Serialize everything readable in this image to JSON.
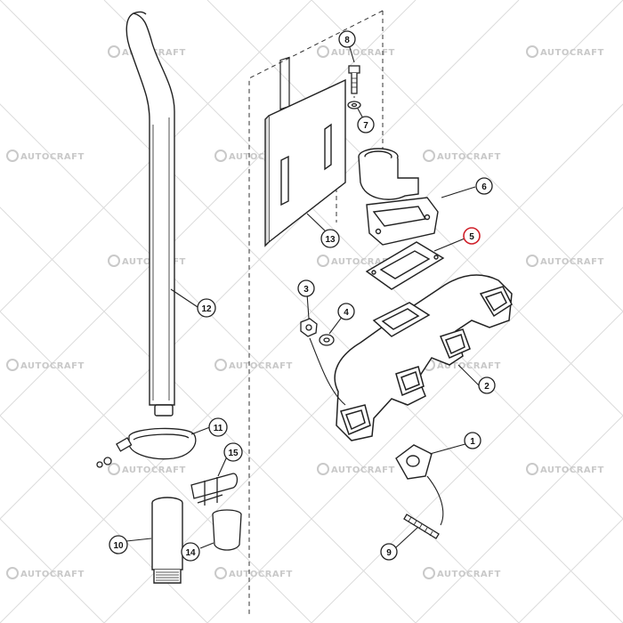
{
  "watermark": {
    "text": "AUTOCRAFT"
  },
  "callouts": [
    {
      "id": "1",
      "label": "1"
    },
    {
      "id": "2",
      "label": "2"
    },
    {
      "id": "3",
      "label": "3"
    },
    {
      "id": "4",
      "label": "4"
    },
    {
      "id": "5",
      "label": "5",
      "highlight": true
    },
    {
      "id": "6",
      "label": "6"
    },
    {
      "id": "7",
      "label": "7"
    },
    {
      "id": "8",
      "label": "8"
    },
    {
      "id": "9",
      "label": "9"
    },
    {
      "id": "10",
      "label": "10"
    },
    {
      "id": "11",
      "label": "11"
    },
    {
      "id": "12",
      "label": "12"
    },
    {
      "id": "13",
      "label": "13"
    },
    {
      "id": "14",
      "label": "14"
    },
    {
      "id": "15",
      "label": "15"
    }
  ],
  "colors": {
    "line": "#222222",
    "highlight": "#d0202a",
    "watermark": "#c9c9c9",
    "grid": "#d8d8d8"
  }
}
